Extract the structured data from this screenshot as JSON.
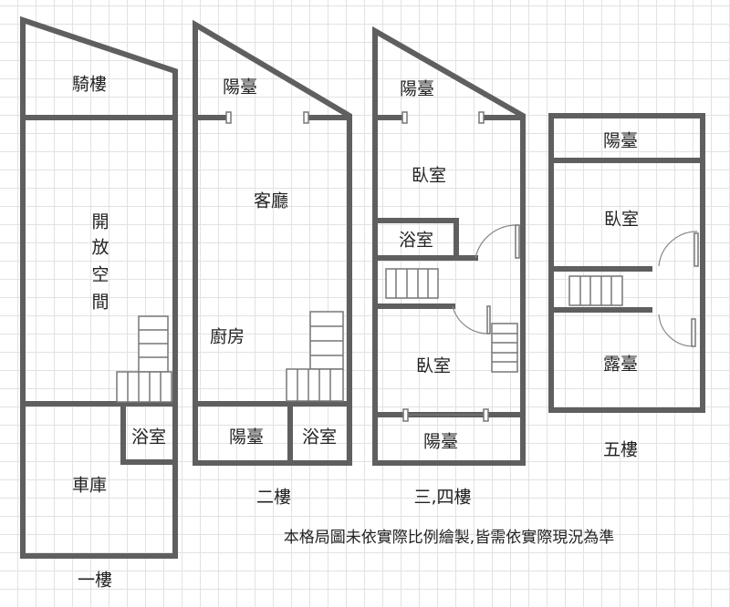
{
  "floors": {
    "f1": {
      "title": "一樓",
      "rooms": {
        "arcade": "騎樓",
        "open_space": [
          "開",
          "放",
          "空",
          "間"
        ],
        "bath": "浴室",
        "garage": "車庫"
      }
    },
    "f2": {
      "title": "二樓",
      "rooms": {
        "balcony_front": "陽臺",
        "living": "客廳",
        "kitchen": "廚房",
        "balcony_back": "陽臺",
        "bath": "浴室"
      }
    },
    "f34": {
      "title": "三,四樓",
      "rooms": {
        "balcony_front": "陽臺",
        "bedroom_front": "臥室",
        "bath": "浴室",
        "bedroom_back": "臥室",
        "balcony_back": "陽臺"
      }
    },
    "f5": {
      "title": "五樓",
      "rooms": {
        "balcony": "陽臺",
        "bedroom": "臥室",
        "terrace": "露臺"
      }
    }
  },
  "note": "本格局圖未依實際比例繪製,皆需依實際現況為準"
}
